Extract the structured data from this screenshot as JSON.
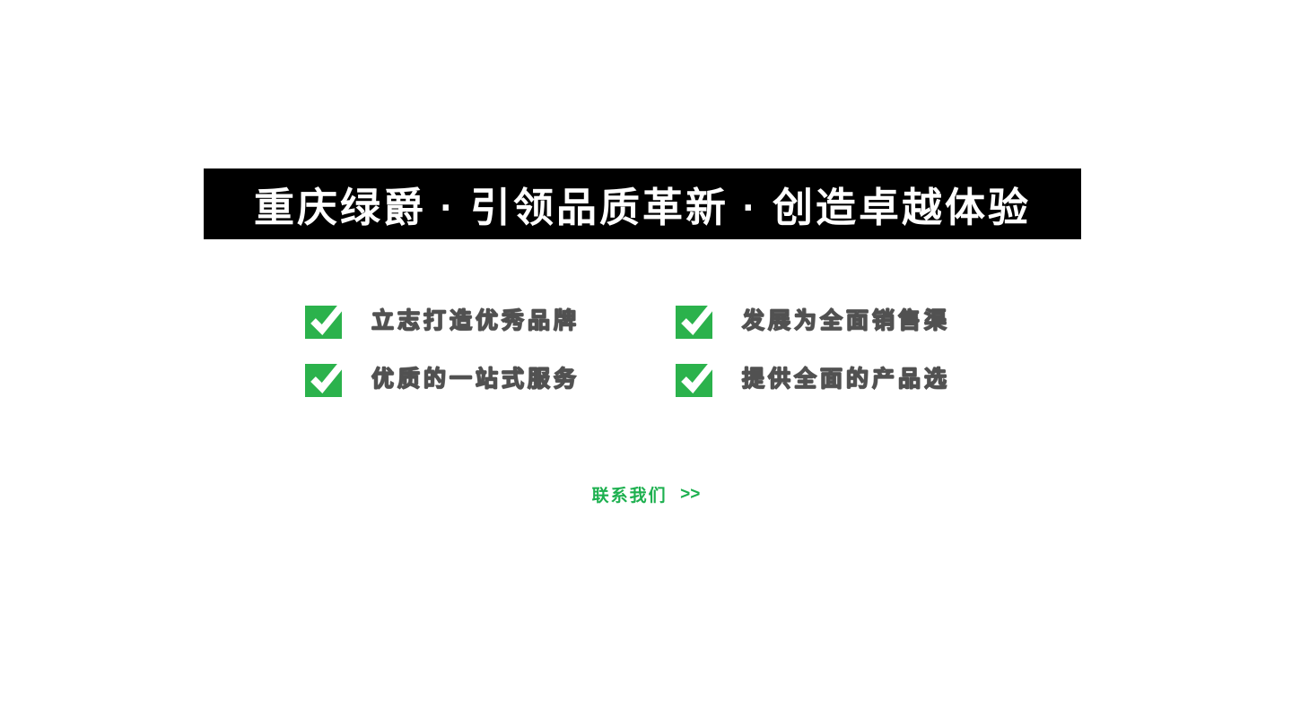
{
  "banner": {
    "title": "重庆绿爵 · 引领品质革新 · 创造卓越体验",
    "bg_color": "#000000",
    "text_color": "#ffffff"
  },
  "features": [
    {
      "label": "立志打造优秀品牌",
      "icon": "check-icon"
    },
    {
      "label": "发展为全面销售渠",
      "icon": "check-icon"
    },
    {
      "label": "优质的一站式服务",
      "icon": "check-icon"
    },
    {
      "label": "提供全面的产品选",
      "icon": "check-icon"
    }
  ],
  "contact": {
    "label": "联系我们",
    "arrow": ">>"
  },
  "colors": {
    "accent_green": "#1db04f",
    "check_green": "#2bb24c",
    "banner_black": "#000000",
    "feature_text": "#ffffff",
    "feature_outline": "#515151"
  }
}
